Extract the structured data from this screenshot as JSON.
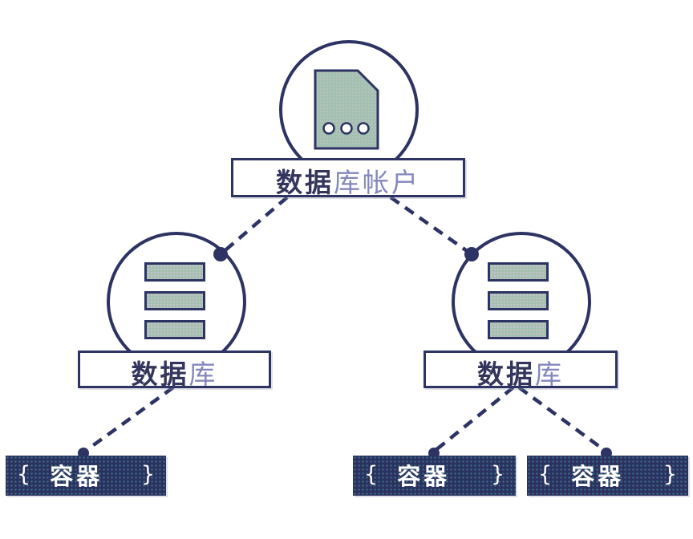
{
  "diagram": {
    "account": {
      "name_bold": "数据",
      "name_light": "库帐户"
    },
    "database_left": {
      "name_bold": "数据",
      "name_light": "库"
    },
    "database_right": {
      "name_bold": "数据",
      "name_light": "库"
    },
    "containers": [
      {
        "open": "{",
        "label": "容器",
        "close": "}"
      },
      {
        "open": "{",
        "label": "容器",
        "close": "}"
      },
      {
        "open": "{",
        "label": "容器",
        "close": "}"
      }
    ]
  },
  "icons": {
    "account_icon": "document-card-with-ellipsis",
    "database_icon": "stacked-database-bars",
    "connector_style": "dashed-line-with-dot"
  },
  "colors": {
    "outline_navy": "#2d3363",
    "label_text_dark": "#33355c",
    "label_text_light": "#8487bd",
    "icon_green": "#a2c1b0",
    "icon_green_dot": "#c9bfca",
    "container_bg": "#2b3160",
    "container_dot": "#3a7082",
    "container_text": "#ffffff",
    "background": "#ffffff"
  }
}
